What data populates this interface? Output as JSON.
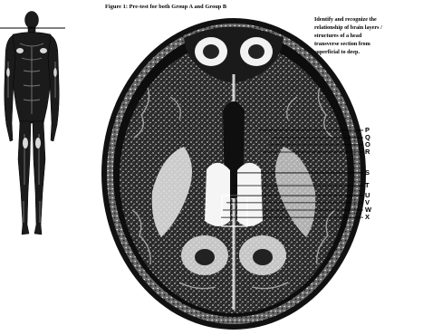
{
  "figure": {
    "title": "Figure 1: Pre-test for both Group A and Group B"
  },
  "instruction": {
    "lines": [
      "Identify and recognize the",
      "relationship of brain layers /",
      "structures of a head",
      "transverse section from",
      "superficial to deep."
    ]
  },
  "markers": [
    {
      "letter": "P",
      "level": 0.389
    },
    {
      "letter": "Q",
      "level": 0.411
    },
    {
      "letter": "O",
      "level": 0.432
    },
    {
      "letter": "R",
      "level": 0.454
    },
    {
      "letter": "S",
      "level": 0.516
    },
    {
      "letter": "T",
      "level": 0.554
    },
    {
      "letter": "U",
      "level": 0.584
    },
    {
      "letter": "V",
      "level": 0.605
    },
    {
      "letter": "W",
      "level": 0.627
    },
    {
      "letter": "X",
      "level": 0.649
    }
  ],
  "images": {
    "body": "anatomical-body-figure",
    "scan": "brain-transverse-section"
  }
}
